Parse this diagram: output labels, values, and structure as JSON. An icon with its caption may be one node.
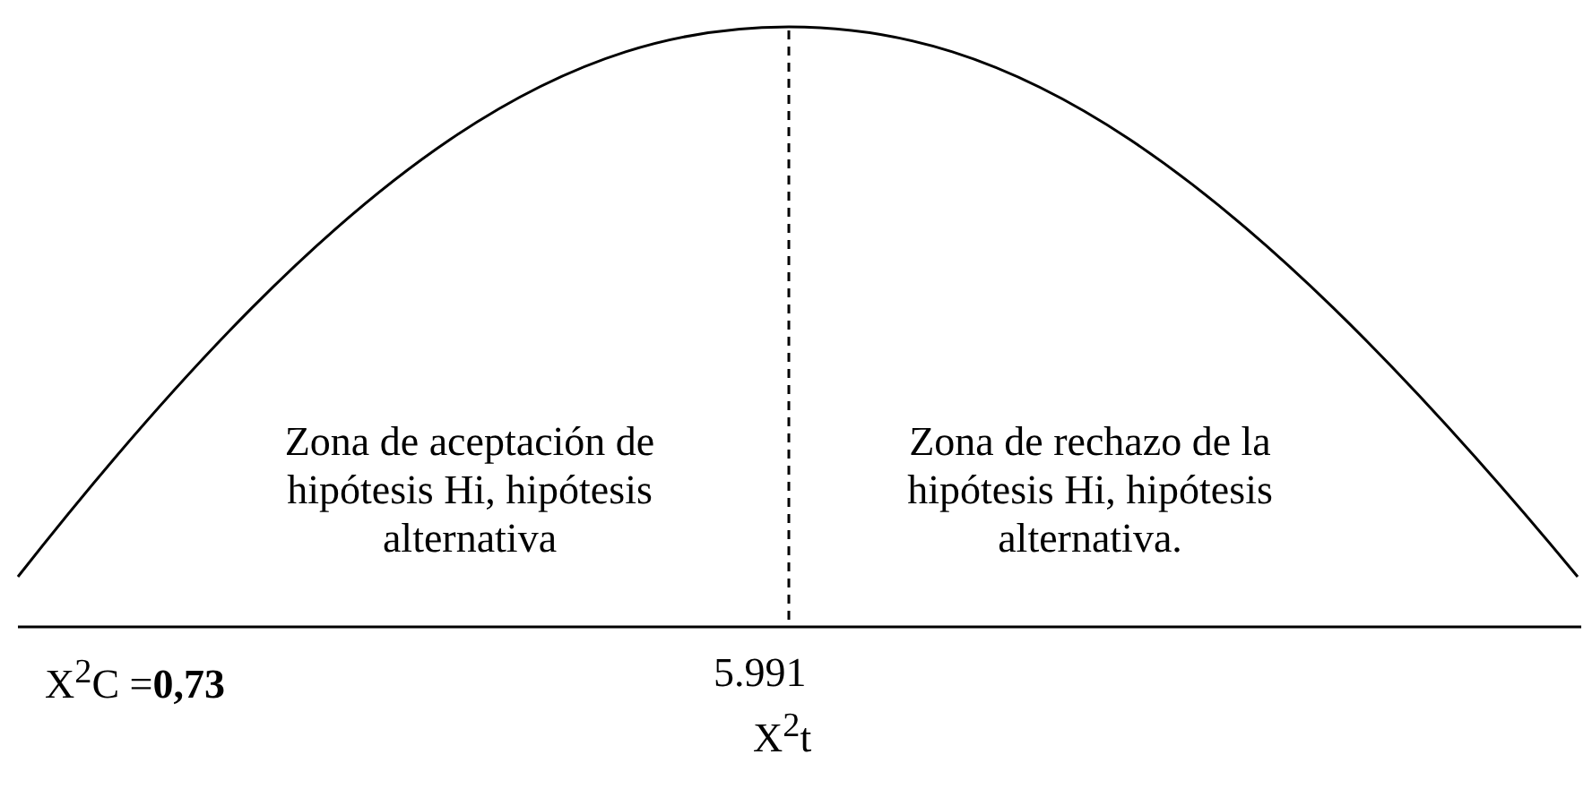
{
  "diagram": {
    "labels": [
      "Zona de aceptación de hipótesis Hi, hipótesis alternativa",
      "Zona de rechazo de la hipótesis Hi, hipótesis alternativa.",
      "X$^{2}$C =**0,73**",
      "5.991",
      "X$^{2}$t"
    ]
  }
}
